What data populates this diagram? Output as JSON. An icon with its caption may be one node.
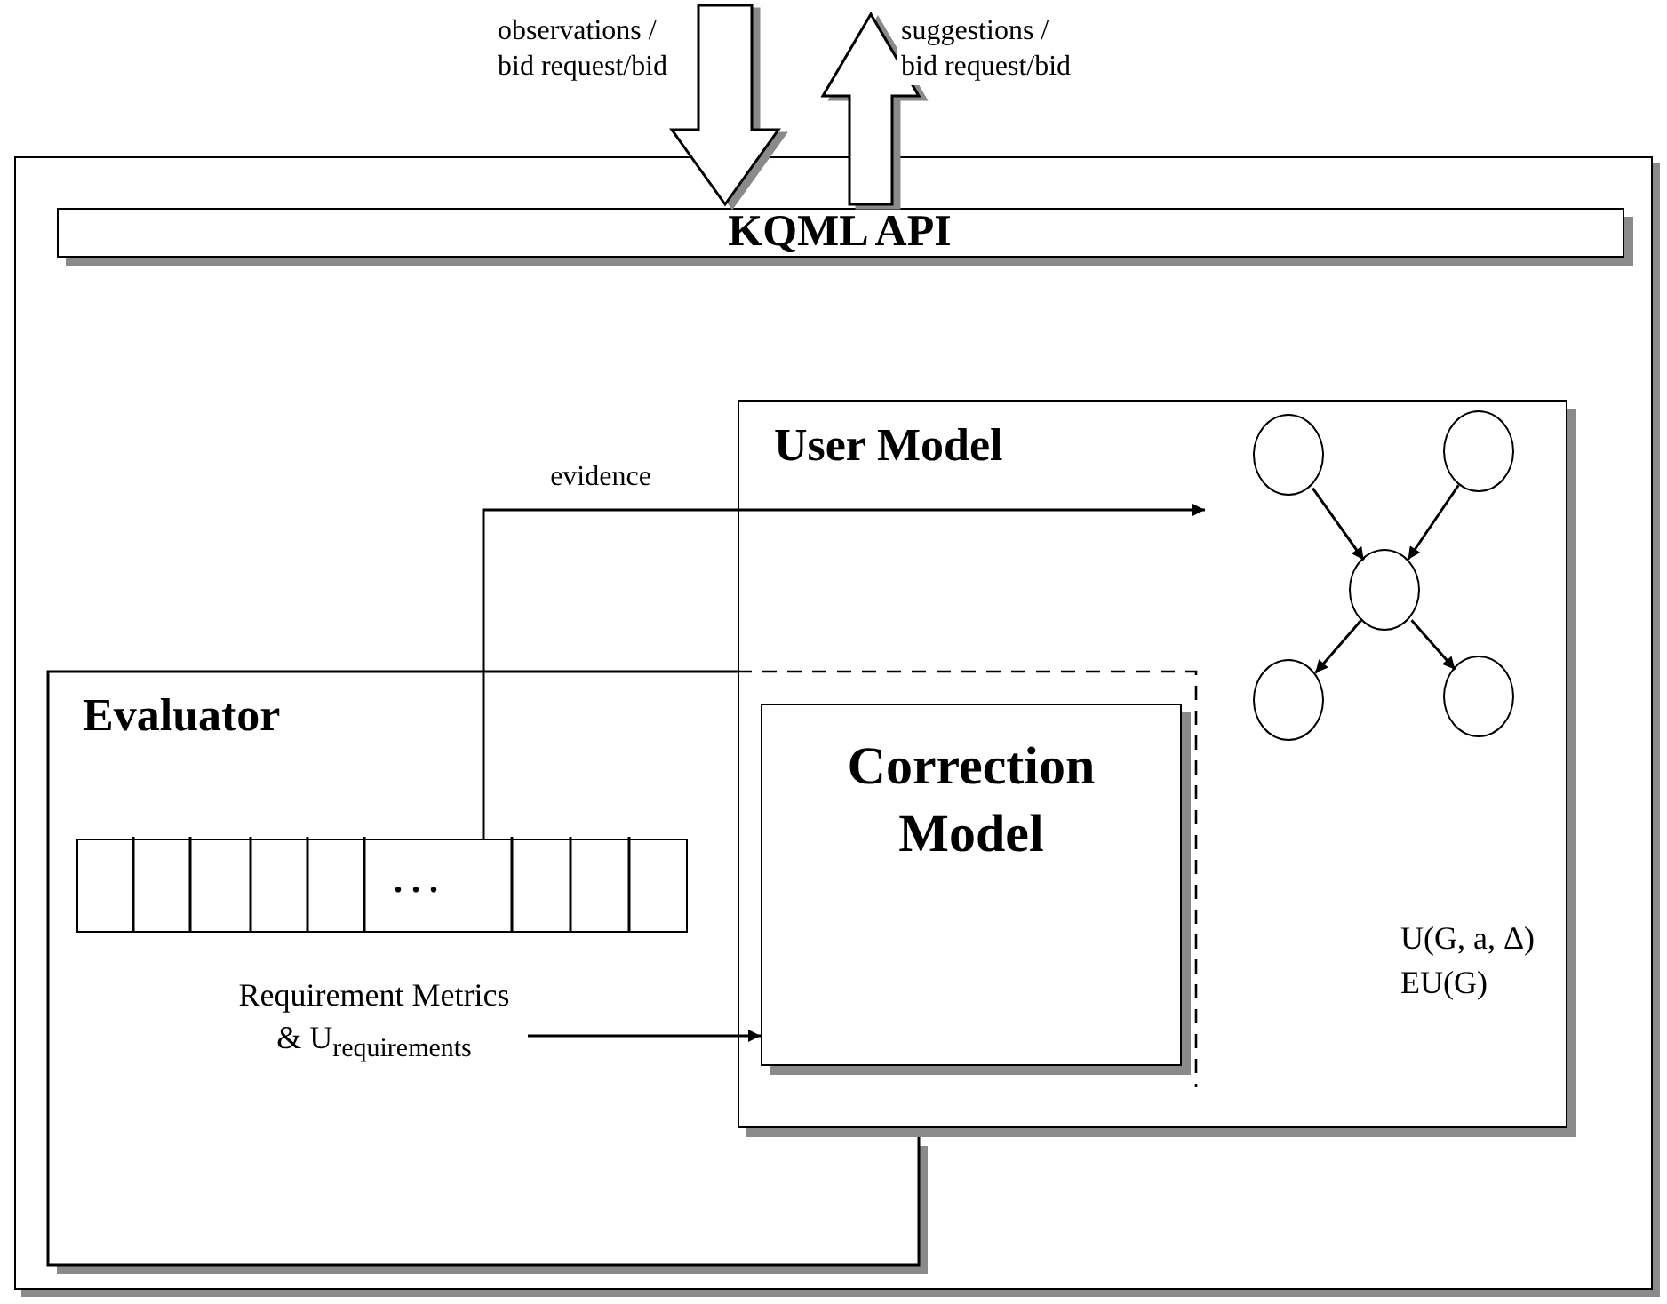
{
  "diagram": {
    "nodes": [
      {
        "text": [],
        "shape": "box"
      },
      {
        "text": [
          "KQML API"
        ],
        "in": 0
      },
      {
        "text": [
          "User Model"
        ],
        "in": 0
      },
      {
        "text": [
          "Evaluator"
        ],
        "in": 0
      },
      {
        "text": [
          "Correction Model"
        ]
      },
      {
        "text": [
          ". . ."
        ],
        "in": 3
      },
      {
        "text": [
          "Requirement Metrics & U$_{requirements}$"
        ],
        "in": 3
      },
      {
        "text": [],
        "shape": "circle",
        "in": 2
      },
      {
        "text": [],
        "shape": "circle",
        "in": 2
      },
      {
        "text": [],
        "shape": "circle",
        "in": 2
      },
      {
        "text": [],
        "shape": "circle",
        "in": 2
      },
      {
        "text": [],
        "shape": "circle",
        "in": 2
      }
    ],
    "edges": [
      {
        "from": null,
        "to": 1,
        "arrow": "to",
        "label": "observations / bid request/bid",
        "style": "thick"
      },
      {
        "from": 1,
        "to": null,
        "arrow": "to",
        "label": "suggestions / bid request/bid",
        "style": "thick"
      },
      {
        "from": 5,
        "to": null,
        "arrow": "to",
        "label": "evidence"
      },
      {
        "from": 6,
        "to": 4,
        "arrow": "to"
      },
      {
        "from": 7,
        "to": 9,
        "arrow": "to"
      },
      {
        "from": 8,
        "to": 9,
        "arrow": "to"
      },
      {
        "from": 9,
        "to": 10,
        "arrow": "to"
      },
      {
        "from": 9,
        "to": 11,
        "arrow": "to"
      }
    ],
    "labels": [
      "U(G, a, Δ)",
      "EU(G)"
    ]
  }
}
